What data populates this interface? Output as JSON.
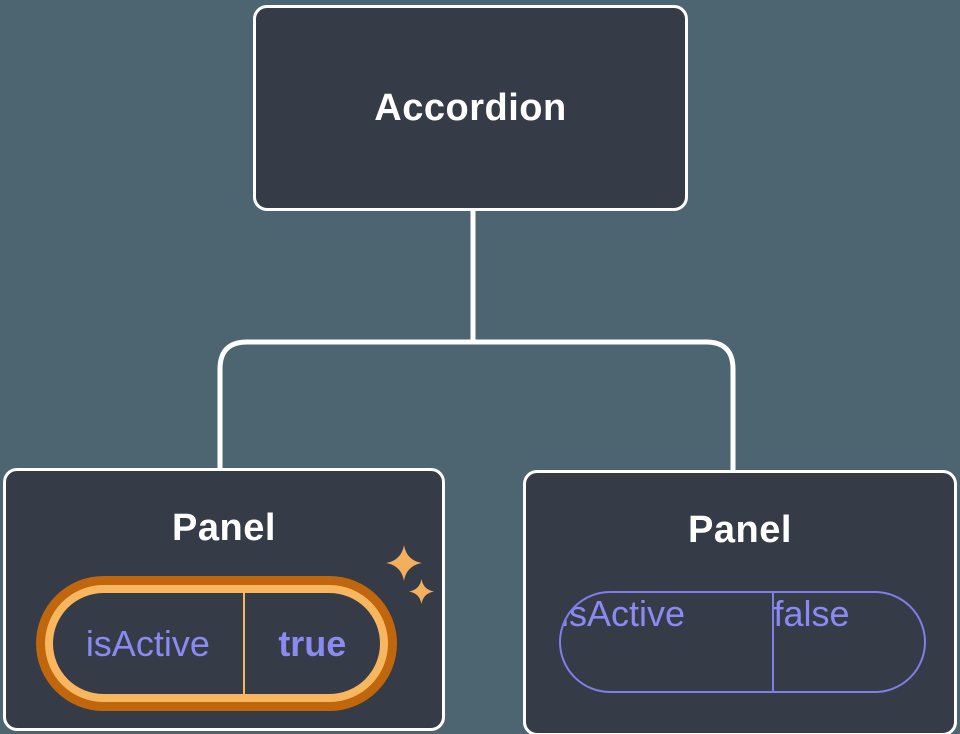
{
  "diagram": {
    "root_node": {
      "label": "Accordion"
    },
    "panels": [
      {
        "label": "Panel",
        "state": {
          "key": "isActive",
          "value": "true"
        },
        "highlighted": true
      },
      {
        "label": "Panel",
        "state": {
          "key": "isActive",
          "value": "false"
        },
        "highlighted": false
      }
    ]
  },
  "icons": [
    {
      "name": "sparkle-large-icon",
      "meaning": "state just set / highlight"
    },
    {
      "name": "sparkle-small-icon",
      "meaning": "state just set / highlight"
    }
  ],
  "colors": {
    "background": "#4D6570",
    "node_fill": "#353B47",
    "node_border": "#FFFFFF",
    "node_text": "#FFFFFF",
    "connector": "#FFFFFF",
    "state_text": "#8B8AF2",
    "state_pill_border": "#807EE8",
    "highlight_ring_outer": "#C0660D",
    "highlight_ring_inner": "#F8B75F",
    "sparkle": "#F2AF5E"
  }
}
